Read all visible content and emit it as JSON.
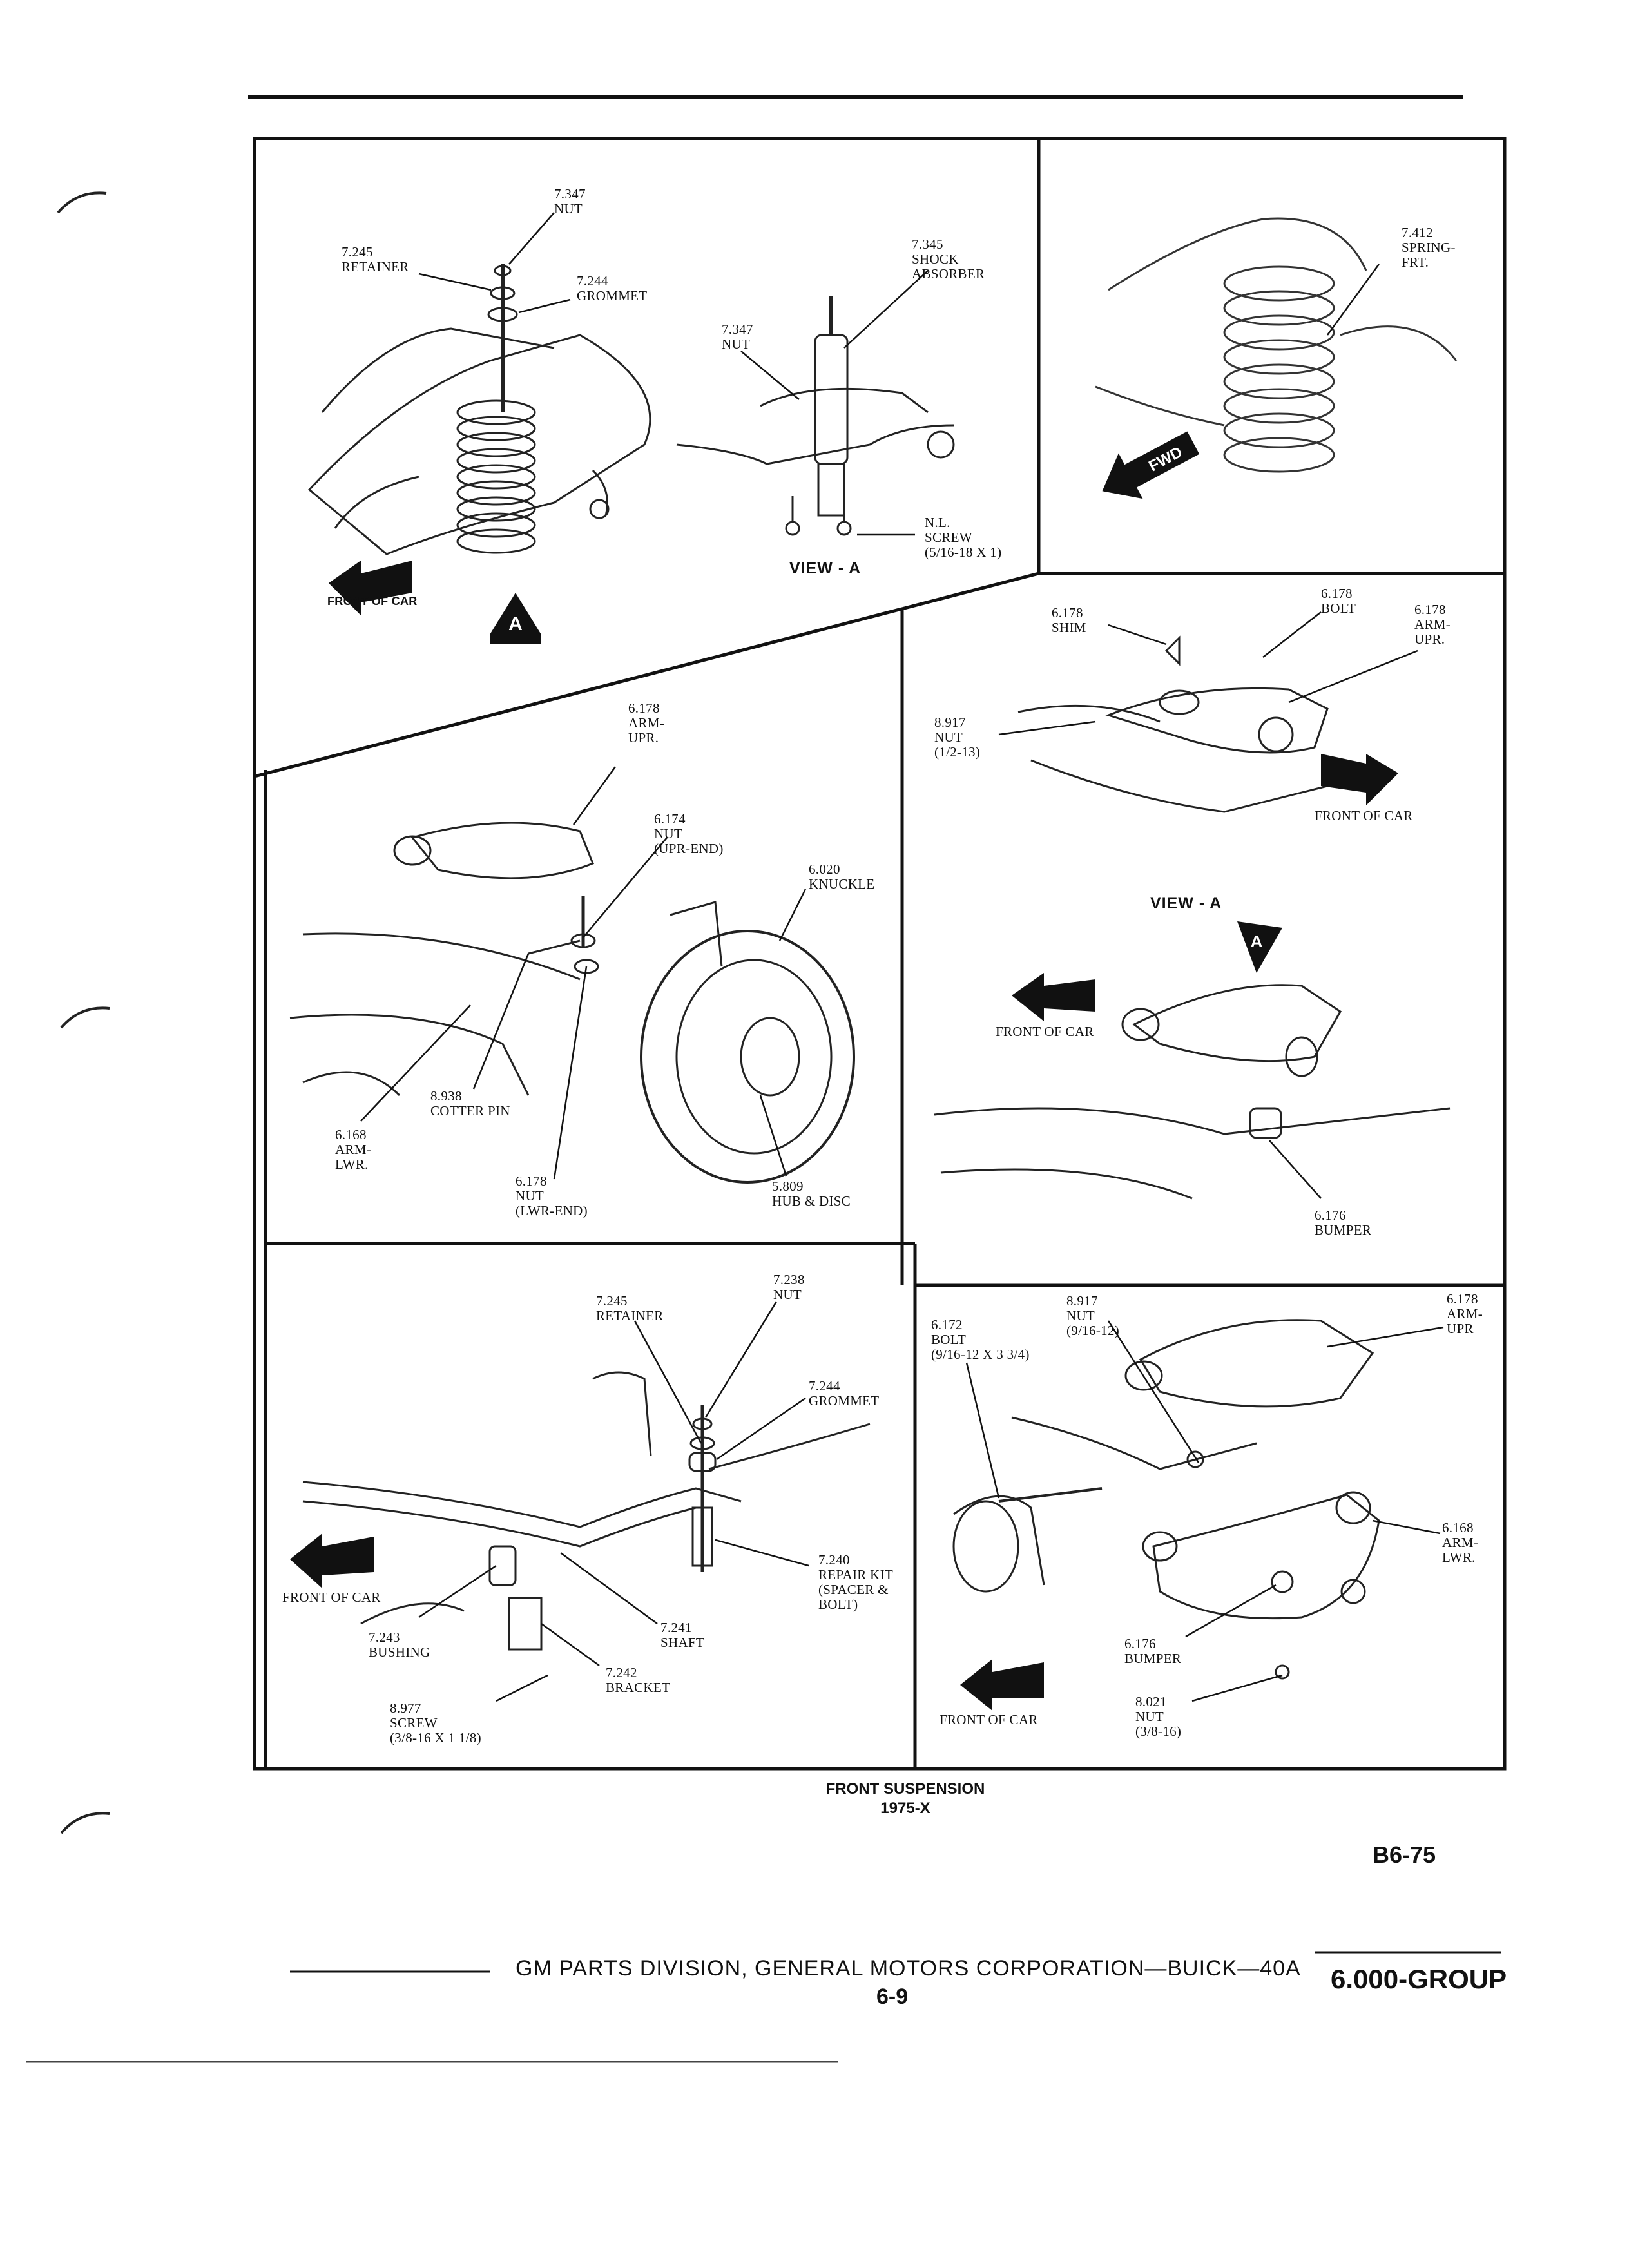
{
  "labels": {
    "p1": {
      "nut_top": "7.347\nNUT",
      "retainer": "7.245\nRETAINER",
      "grommet": "7.244\nGROMMET",
      "shock": "7.345\nSHOCK\nABSORBER",
      "nut_mid": "7.347\nNUT",
      "screw": "N.L.\nSCREW\n(5/16-18 x 1)",
      "view": "VIEW - A",
      "front": "FRONT OF CAR"
    },
    "p2": {
      "spring": "7.412\nSPRING-\nFRT."
    },
    "p3": {
      "shim": "6.178\nSHIM",
      "bolt": "6.178\nBOLT",
      "arm": "6.178\nARM-\nUPR.",
      "nut": "8.917\nNUT\n(1/2-13)",
      "front1": "FRONT OF CAR",
      "view": "VIEW - A",
      "front2": "FRONT OF CAR",
      "bumper": "6.176\nBUMPER"
    },
    "p4": {
      "arm_upr": "6.178\nARM-\nUPR.",
      "nut_upr": "6.174\nNUT\n(UPR-END)",
      "knuckle": "6.020\nKNUCKLE",
      "cotter": "8.938\nCOTTER PIN",
      "arm_lwr": "6.168\nARM-\nLWR.",
      "nut_lwr": "6.178\nNUT\n(LWR-END)",
      "hub": "5.809\nHUB & DISC"
    },
    "p5": {
      "nut": "7.238\nNUT",
      "retainer": "7.245\nRETAINER",
      "grommet": "7.244\nGROMMET",
      "repair": "7.240\nREPAIR KIT\n(SPACER &\nBOLT)",
      "front": "FRONT OF CAR",
      "bushing": "7.243\nBUSHING",
      "shaft": "7.241\nSHAFT",
      "bracket": "7.242\nBRACKET",
      "screw": "8.977\nSCREW\n(3/8-16 x 1 1/8)"
    },
    "p6": {
      "nut": "8.917\nNUT\n(9/16-12)",
      "bolt": "6.172\nBOLT\n(9/16-12 x 3 3/4)",
      "arm_upr": "6.178\nARM-\nUPR",
      "arm_lwr": "6.168\nARM-\nLWR.",
      "bumper": "6.176\nBUMPER",
      "front": "FRONT OF CAR",
      "nut_lwr": "8.021\nNUT\n(3/8-16)"
    }
  },
  "caption": {
    "line1": "FRONT SUSPENSION",
    "line2": "1975-X"
  },
  "page_ref": "B6-75",
  "footer": {
    "text": "GM PARTS DIVISION, GENERAL MOTORS CORPORATION—BUICK—40A",
    "page": "6-9",
    "group": "6.000-GROUP"
  },
  "icons": {
    "arrow_fwd": "FWD",
    "arrow_a": "A"
  }
}
